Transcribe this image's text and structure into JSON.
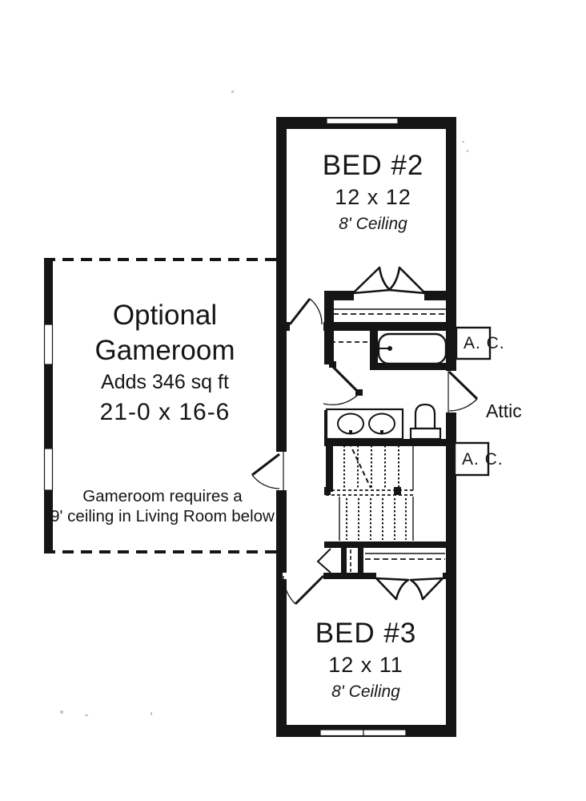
{
  "title": "Second floor plan with optional gameroom",
  "colors": {
    "ink": "#151515",
    "paper": "#ffffff"
  },
  "rooms": {
    "bed2": {
      "name": "BED #2",
      "dims": "12 x 12",
      "ceiling": "8' Ceiling"
    },
    "bed3": {
      "name": "BED #3",
      "dims": "12 x 11",
      "ceiling": "8' Ceiling"
    },
    "gameroom": {
      "title_line1": "Optional",
      "title_line2": "Gameroom",
      "adds": "Adds 346 sq ft",
      "dims": "21-0 x 16-6",
      "note_line1": "Gameroom requires a",
      "note_line2": "9' ceiling in Living Room below"
    },
    "attic": {
      "label": "Attic"
    }
  },
  "units": {
    "ac_top": {
      "label": "A. C."
    },
    "ac_bottom": {
      "label": "A. C."
    }
  }
}
